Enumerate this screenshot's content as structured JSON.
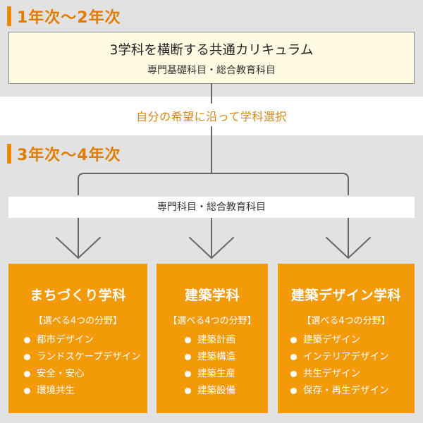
{
  "top_section": {
    "label": "1年次〜2年次",
    "curriculum_title": "3学科を横断する共通カリキュラム",
    "curriculum_subjects": "専門基礎科目・総合教育科目"
  },
  "selection_text": "自分の希望に沿って学科選択",
  "bottom_section": {
    "label": "3年次〜4年次",
    "subjects": "専門科目・総合教育科目"
  },
  "departments": [
    {
      "name": "まちづくり学科",
      "fields_header": "【選べる4つの分野】",
      "fields": [
        "都市デザイン",
        "ランドスケープデザイン",
        "安全・安心",
        "環境共生"
      ]
    },
    {
      "name": "建築学科",
      "fields_header": "【選べる4つの分野】",
      "fields": [
        "建築計画",
        "建築構造",
        "建築生産",
        "建築設備"
      ]
    },
    {
      "name": "建築デザイン学科",
      "fields_header": "【選べる4つの分野】",
      "fields": [
        "建築デザイン",
        "インテリアデザイン",
        "共生デザイン",
        "保存・再生デザイン"
      ]
    }
  ],
  "colors": {
    "accent_orange": "#f39a09",
    "label_orange": "#e07c00",
    "band_gray": "#e2e2e2",
    "cream": "#fffbe2",
    "connector_gray": "#666666"
  }
}
